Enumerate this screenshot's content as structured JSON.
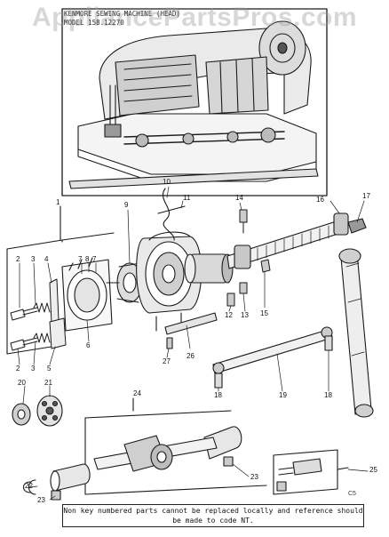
{
  "watermark": "AppliancePartsPros.com",
  "header": {
    "line1": "KENMORE SEWING MACHINE (HEAD)",
    "line2": "MODEL 158.12270"
  },
  "callouts": {
    "c1": "1",
    "c2": "2",
    "c3": "3",
    "c4": "4",
    "c5": "5",
    "c6": "6",
    "c7": "7",
    "c8": "8",
    "c9": "9",
    "c10": "10",
    "c11": "11",
    "c12": "12",
    "c13": "13",
    "c14": "14",
    "c15": "15",
    "c16": "16",
    "c17": "17",
    "c18": "18",
    "c19": "19",
    "c20": "20",
    "c21": "21",
    "c22": "22",
    "c23": "23",
    "c24": "24",
    "c25": "25",
    "c26": "26",
    "c27": "27"
  },
  "page_code": "C5",
  "note": "Non key numbered parts cannot be replaced locally and reference should be made to code NT."
}
